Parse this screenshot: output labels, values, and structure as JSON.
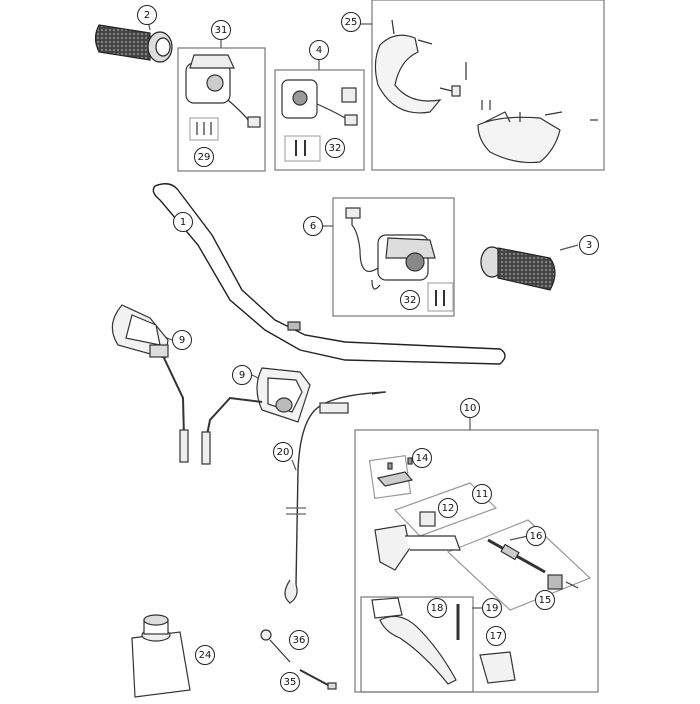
{
  "diagram": {
    "callouts": [
      "2",
      "31",
      "4",
      "25",
      "1",
      "6",
      "3",
      "9",
      "9",
      "32",
      "32",
      "29",
      "10",
      "14",
      "11",
      "12",
      "16",
      "20",
      "15",
      "18",
      "19",
      "17",
      "24",
      "36",
      "35"
    ]
  }
}
